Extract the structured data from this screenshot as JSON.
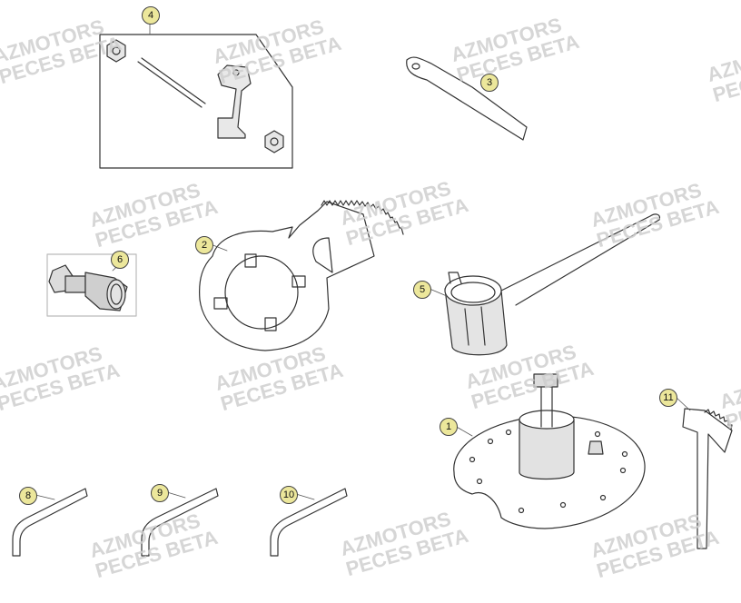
{
  "watermark": {
    "line1": "AZMOTORS",
    "line2": "PECES BETA"
  },
  "callouts": [
    "1",
    "2",
    "3",
    "4",
    "5",
    "6",
    "8",
    "9",
    "10",
    "11"
  ],
  "colors": {
    "callout_fill": "#ece79b",
    "line": "#333333",
    "watermark": "#cfcfcf",
    "part_shade": "#d9d9d9"
  }
}
